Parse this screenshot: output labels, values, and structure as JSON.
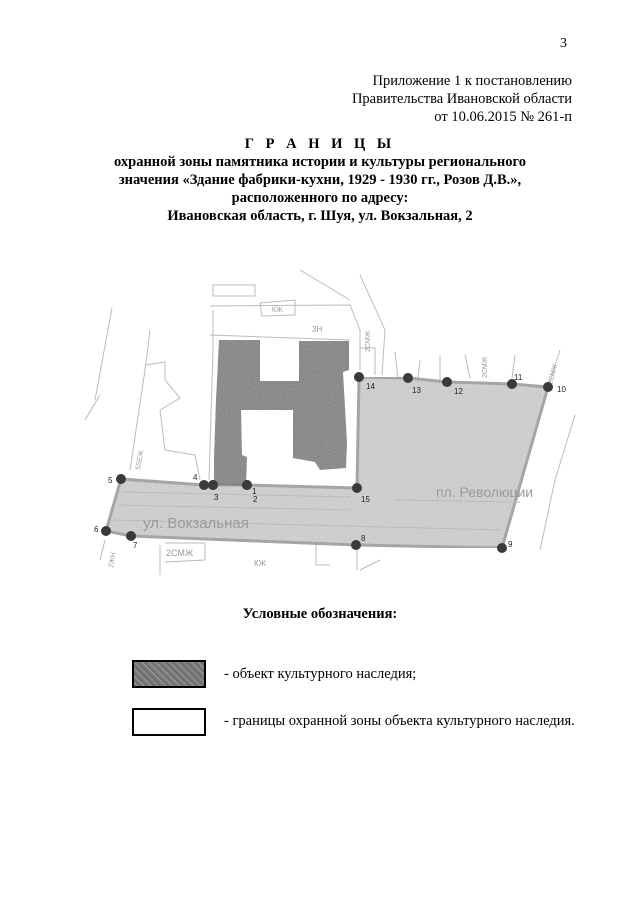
{
  "page_number": "3",
  "appendix": {
    "line1": "Приложение 1 к постановлению",
    "line2": "Правительства Ивановской области",
    "line3": "от 10.06.2015  № 261-п"
  },
  "title": {
    "main": "Г Р А Н И Ц Ы",
    "line1": "охранной зоны памятника истории и культуры регионального",
    "line2": "значения «Здание фабрики-кухни, 1929 - 1930 гг., Розов Д.В.»,",
    "line3": "расположенного по адресу:",
    "line4": "Ивановская область, г. Шуя,  ул. Вокзальная, 2"
  },
  "map": {
    "street_labels": [
      "ул. Вокзальная",
      "пл. Революции"
    ],
    "building_labels": [
      "3Н",
      "КЖ",
      "2СМЖ",
      "КЖ",
      "2СМЖ",
      "5ЅЕЖ",
      "2СМЖ",
      "2ЖН",
      "2СМЖ"
    ],
    "points": [
      "1",
      "2",
      "3",
      "4",
      "5",
      "6",
      "7",
      "8",
      "9",
      "10",
      "11",
      "12",
      "13",
      "14",
      "15"
    ],
    "colors": {
      "heritage": "#8a8a8a",
      "zone": "#d9d9d9",
      "boundary": "#a8a8a8",
      "point": "#3a3a3a"
    }
  },
  "legend": {
    "title": "Условные обозначения:",
    "items": [
      {
        "label": "- объект культурного наследия;"
      },
      {
        "label": "- границы охранной зоны объекта культурного наследия."
      }
    ]
  }
}
